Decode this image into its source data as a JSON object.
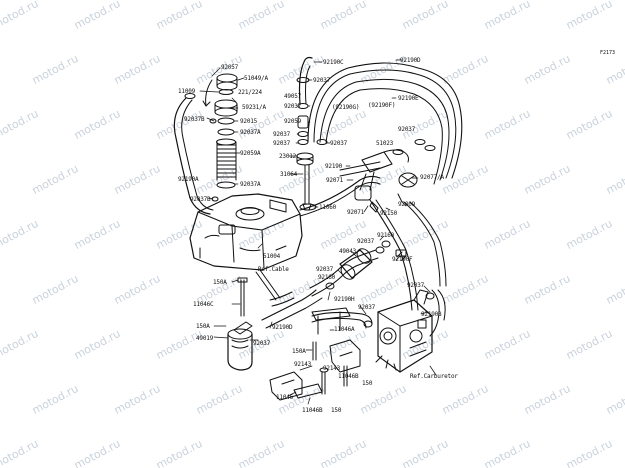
{
  "figure_code": "F2173",
  "watermark": "motod.ru",
  "labels": {
    "p92057": "92057",
    "p51049a": "51049/A",
    "p11009": "11009",
    "p221224": "221/224",
    "p59231a": "59231/A",
    "p92037b_1": "92037B",
    "p92015": "92015",
    "p92037a_1": "92037A",
    "p92059a": "92059A",
    "p92190a": "92190A",
    "p92037a_2": "92037A",
    "p92037b_2": "92037B",
    "p92190c": "92190C",
    "p92037_1": "92037",
    "p49057": "49057",
    "p92037_2": "92037",
    "p92059": "92059",
    "p92037_3": "92037",
    "p92037_4": "92037",
    "p23012": "23012",
    "p31064": "31064",
    "p11060": "11060",
    "p51004": "51004",
    "p92190g": "(92190G)",
    "p92190f_p": "(92190F)",
    "p92190d": "92190D",
    "p92190e": "92190E",
    "p92037_5": "92037",
    "p51023": "51023",
    "p92190": "92190",
    "p92037_6": "92037",
    "p92071_1": "92071",
    "p92077a": "92077/A",
    "p92071_2": "92071",
    "p92009": "92009",
    "p92150": "92150",
    "p92160_1": "92160",
    "p92037_7": "92037",
    "p49043": "49043",
    "p92190f": "92190F",
    "p92037_8": "92037",
    "p92160_2": "92160",
    "p92190h": "92190H",
    "p92037_9": "92037",
    "p92037_10": "92037",
    "p92190b": "92190B",
    "p150a_1": "150A",
    "p11046c": "11046C",
    "p150a_2": "150A",
    "p49019": "49019",
    "p92190d_2": "92190D",
    "p92037_11": "92037",
    "p11046a": "11046A",
    "p150a_3": "150A",
    "p92143_1": "92143",
    "p92143_2": "92143",
    "p11046b_1": "11046B",
    "p150_1": "150",
    "p11046": "11046",
    "p11046b_2": "11046B",
    "p150_2": "150",
    "ref_cable": "Ref.Cable",
    "ref_carb": "Ref.Carburetor"
  }
}
